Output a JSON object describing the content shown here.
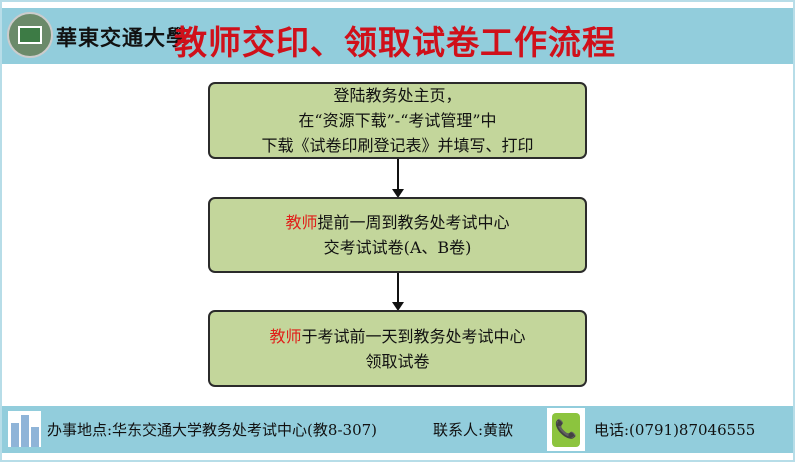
{
  "header": {
    "logo_text": "華東交通大學",
    "title": "教师交印、领取试卷工作流程"
  },
  "steps": [
    {
      "lines": [
        "登陆教务处主页，",
        "在“资源下载”-“考试管理”中",
        "下载《试卷印刷登记表》并填写、打印"
      ]
    },
    {
      "highlight": "教师",
      "line1_rest": "提前一周到教务处考试中心",
      "line2": "交考试试卷(A、B卷)"
    },
    {
      "highlight": "教师",
      "line1_rest": "于考试前一天到教务处考试中心",
      "line2": "领取试卷"
    }
  ],
  "footer": {
    "location": "办事地点:华东交通大学教务处考试中心(教8-307)",
    "contact": "联系人:黄歆",
    "phone": "电话:(0791)87046555"
  },
  "colors": {
    "header_bg": "#92cddc",
    "box_fill": "#c3d69b",
    "title_red": "#d0101a"
  }
}
